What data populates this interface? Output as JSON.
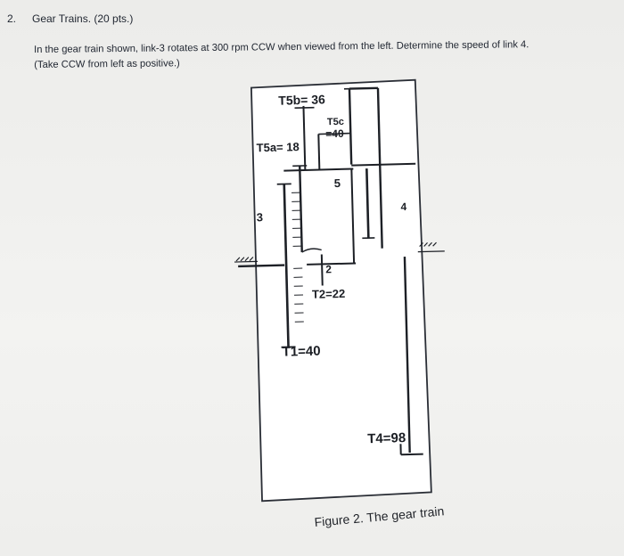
{
  "question": {
    "number": "2.",
    "title": "Gear Trains. (20 pts.)",
    "line1": "In the gear train shown, link-3 rotates at 300 rpm CCW when viewed from the left. Determine the speed of link 4.",
    "line2": "(Take CCW from left as positive.)"
  },
  "figure": {
    "labels": {
      "t5b": "T5b= 36",
      "t5c_line1": "T5c",
      "t5c_line2": "=40",
      "t5a": "T5a= 18",
      "link5": "5",
      "link3": "3",
      "link4": "4",
      "link2": "2",
      "t2": "T2=22",
      "t1": "T1=40",
      "t4": "T4=98"
    },
    "caption": "Figure 2. The gear train"
  }
}
